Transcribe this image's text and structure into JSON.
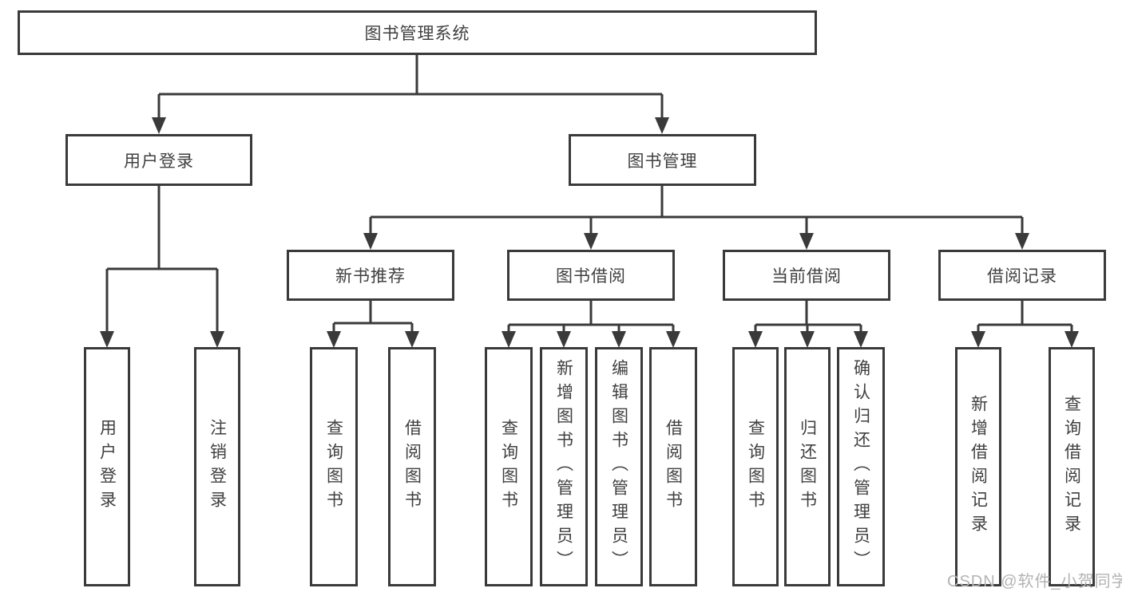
{
  "root": {
    "label": "图书管理系统"
  },
  "branches": [
    {
      "label": "用户登录",
      "children": [
        {
          "label": "用户登录"
        },
        {
          "label": "注销登录"
        }
      ]
    },
    {
      "label": "图书管理",
      "children": [
        {
          "label": "新书推荐",
          "children": [
            {
              "label": "查询图书"
            },
            {
              "label": "借阅图书"
            }
          ]
        },
        {
          "label": "图书借阅",
          "children": [
            {
              "label": "查询图书"
            },
            {
              "label": "新增图书（管理员）"
            },
            {
              "label": "编辑图书（管理员）"
            },
            {
              "label": "借阅图书"
            }
          ]
        },
        {
          "label": "当前借阅",
          "children": [
            {
              "label": "查询图书"
            },
            {
              "label": "归还图书"
            },
            {
              "label": "确认归还（管理员）"
            }
          ]
        },
        {
          "label": "借阅记录",
          "children": [
            {
              "label": "新增借阅记录"
            },
            {
              "label": "查询借阅记录"
            }
          ]
        }
      ]
    }
  ],
  "watermark": "CSDN @软件_小贺同学",
  "colors": {
    "line": "#3a3a3a",
    "text": "#404040",
    "watermark": "#b3b3b3",
    "background": "#ffffff"
  }
}
